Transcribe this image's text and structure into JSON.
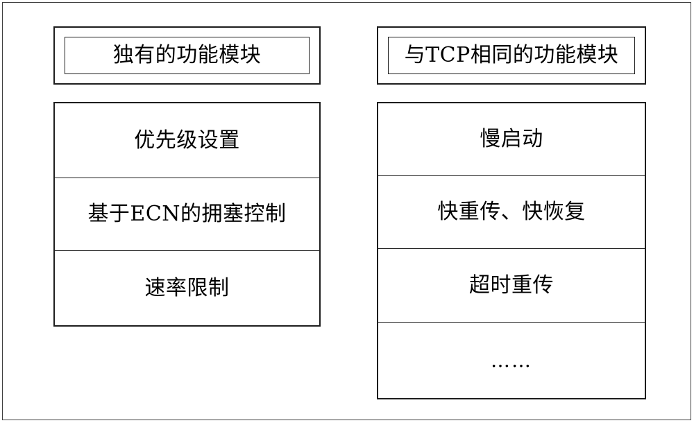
{
  "diagram": {
    "type": "two-column block diagram",
    "columns": [
      {
        "id": "unique-modules",
        "header": "独有的功能模块",
        "cells": [
          {
            "label": "优先级设置"
          },
          {
            "label": "基于ECN的拥塞控制"
          },
          {
            "label": "速率限制"
          }
        ]
      },
      {
        "id": "tcp-same-modules",
        "header": "与TCP相同的功能模块",
        "cells": [
          {
            "label": "慢启动"
          },
          {
            "label": "快重传、快恢复"
          },
          {
            "label": "超时重传"
          },
          {
            "label": "……"
          }
        ]
      }
    ]
  },
  "colors": {
    "stroke": "#1d1d1d",
    "frame": "#3d3d3d",
    "background": "#ffffff",
    "text": "#000000"
  }
}
